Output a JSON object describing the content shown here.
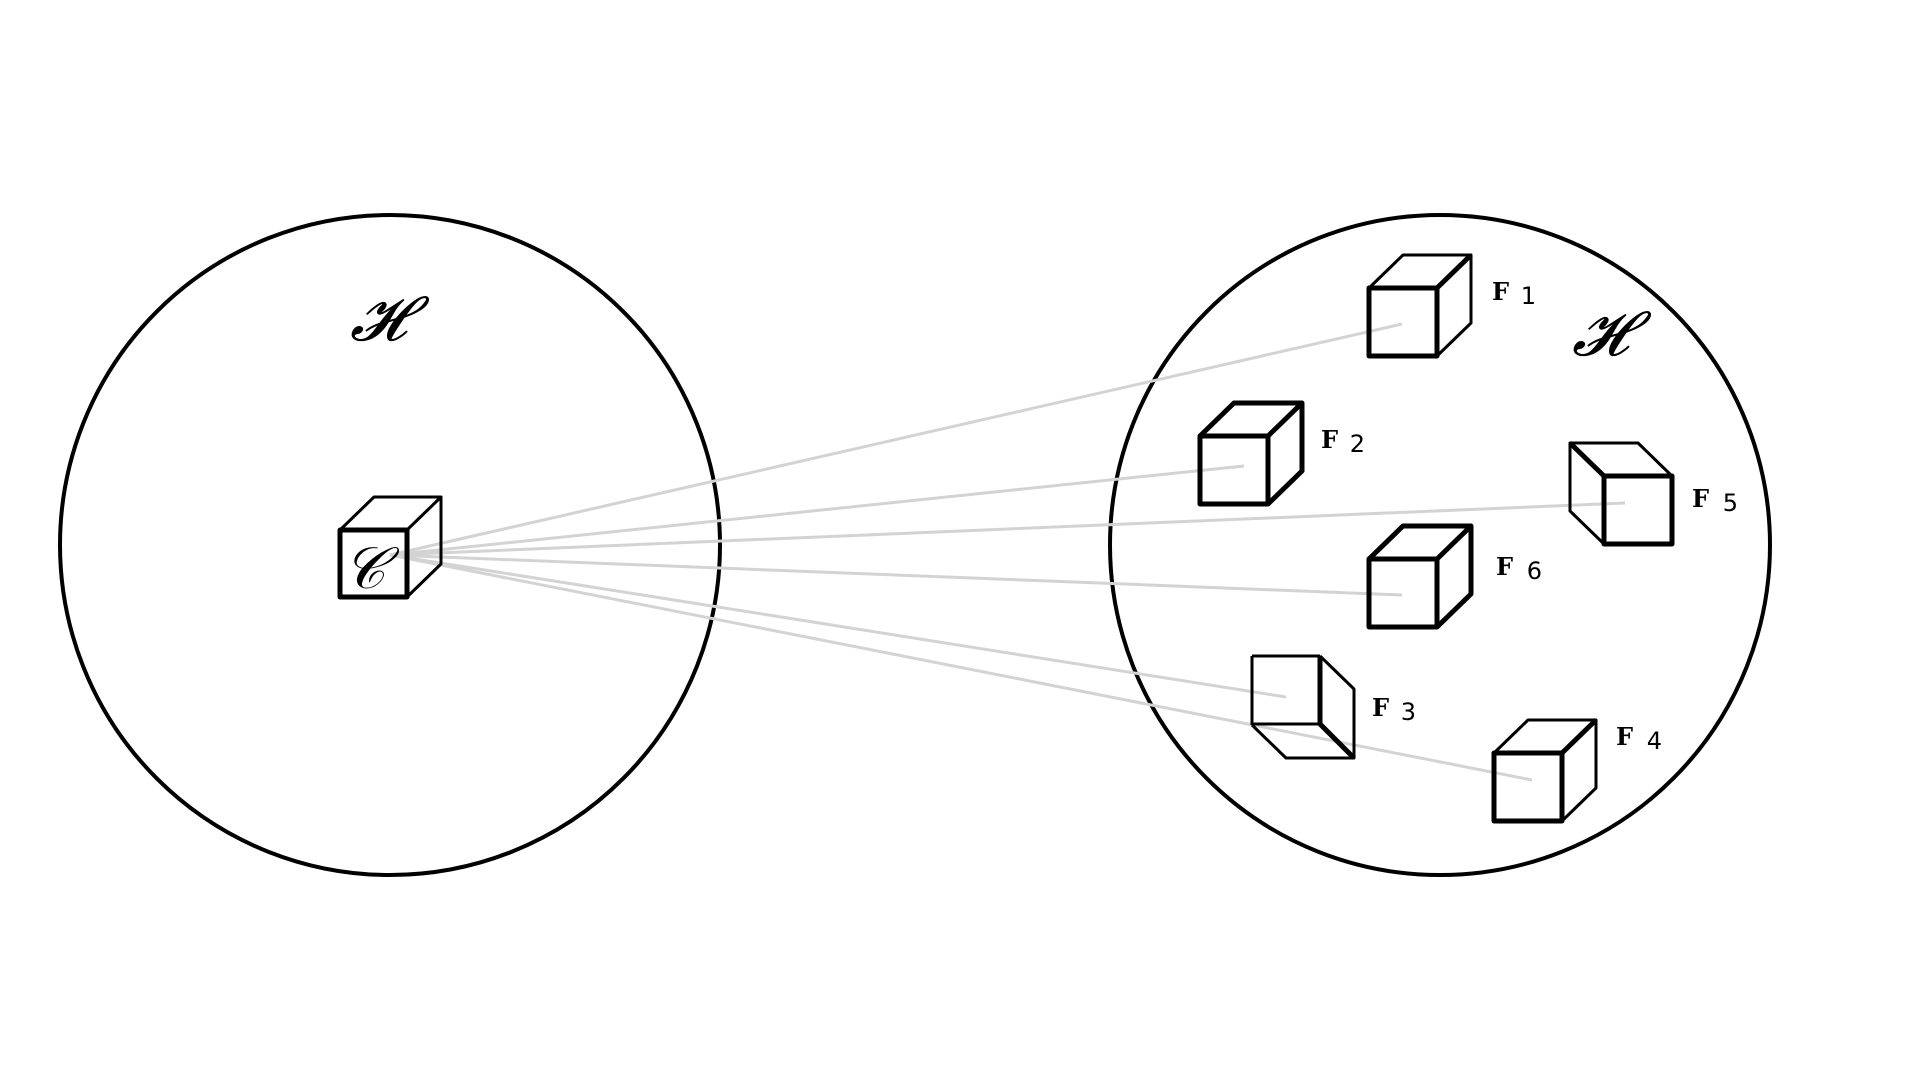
{
  "spaces": {
    "left_label": "𝓗",
    "right_label": "𝓗"
  },
  "center_object": {
    "label": "𝒞"
  },
  "objects": [
    {
      "letter": "F",
      "number": "1"
    },
    {
      "letter": "F",
      "number": "2"
    },
    {
      "letter": "F",
      "number": "3"
    },
    {
      "letter": "F",
      "number": "4"
    },
    {
      "letter": "F",
      "number": "5"
    },
    {
      "letter": "F",
      "number": "6"
    }
  ],
  "colors": {
    "stroke": "#000000",
    "connector": "#d3d3d3",
    "background": "#ffffff"
  }
}
